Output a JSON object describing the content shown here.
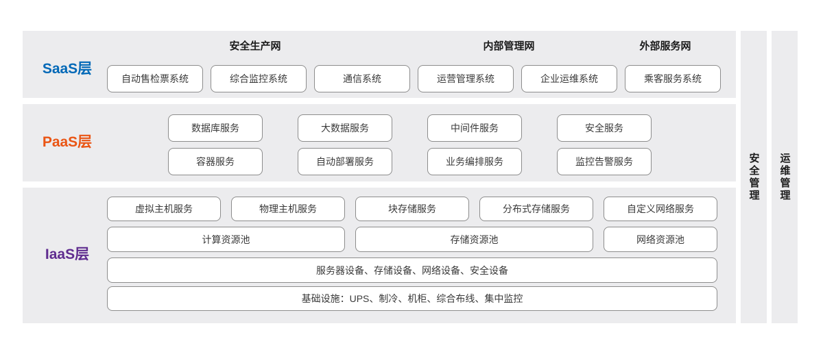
{
  "colors": {
    "panel_bg": "#ececee",
    "box_border": "#8c8c8c",
    "saas_label": "#0068b7",
    "paas_label": "#ea5514",
    "iaas_label": "#5f2c8f",
    "header_text": "#1a1a1a"
  },
  "saas": {
    "label": "SaaS层",
    "headers": [
      "安全生产网",
      "内部管理网",
      "外部服务网"
    ],
    "boxes": [
      "自动售检票系统",
      "综合监控系统",
      "通信系统",
      "运营管理系统",
      "企业运维系统",
      "乘客服务系统"
    ]
  },
  "paas": {
    "label": "PaaS层",
    "rows": [
      [
        "数据库服务",
        "大数据服务",
        "中间件服务",
        "安全服务"
      ],
      [
        "容器服务",
        "自动部署服务",
        "业务编排服务",
        "监控告警服务"
      ]
    ]
  },
  "iaas": {
    "label": "IaaS层",
    "row1": [
      "虚拟主机服务",
      "物理主机服务",
      "块存储服务",
      "分布式存储服务",
      "自定义网络服务"
    ],
    "row2": [
      "计算资源池",
      "存储资源池",
      "网络资源池"
    ],
    "row3": "服务器设备、存储设备、网络设备、安全设备",
    "row4": "基础设施：UPS、制冷、机柜、综合布线、集中监控"
  },
  "sidebars": [
    {
      "label": "安全管理"
    },
    {
      "label": "运维管理"
    }
  ]
}
